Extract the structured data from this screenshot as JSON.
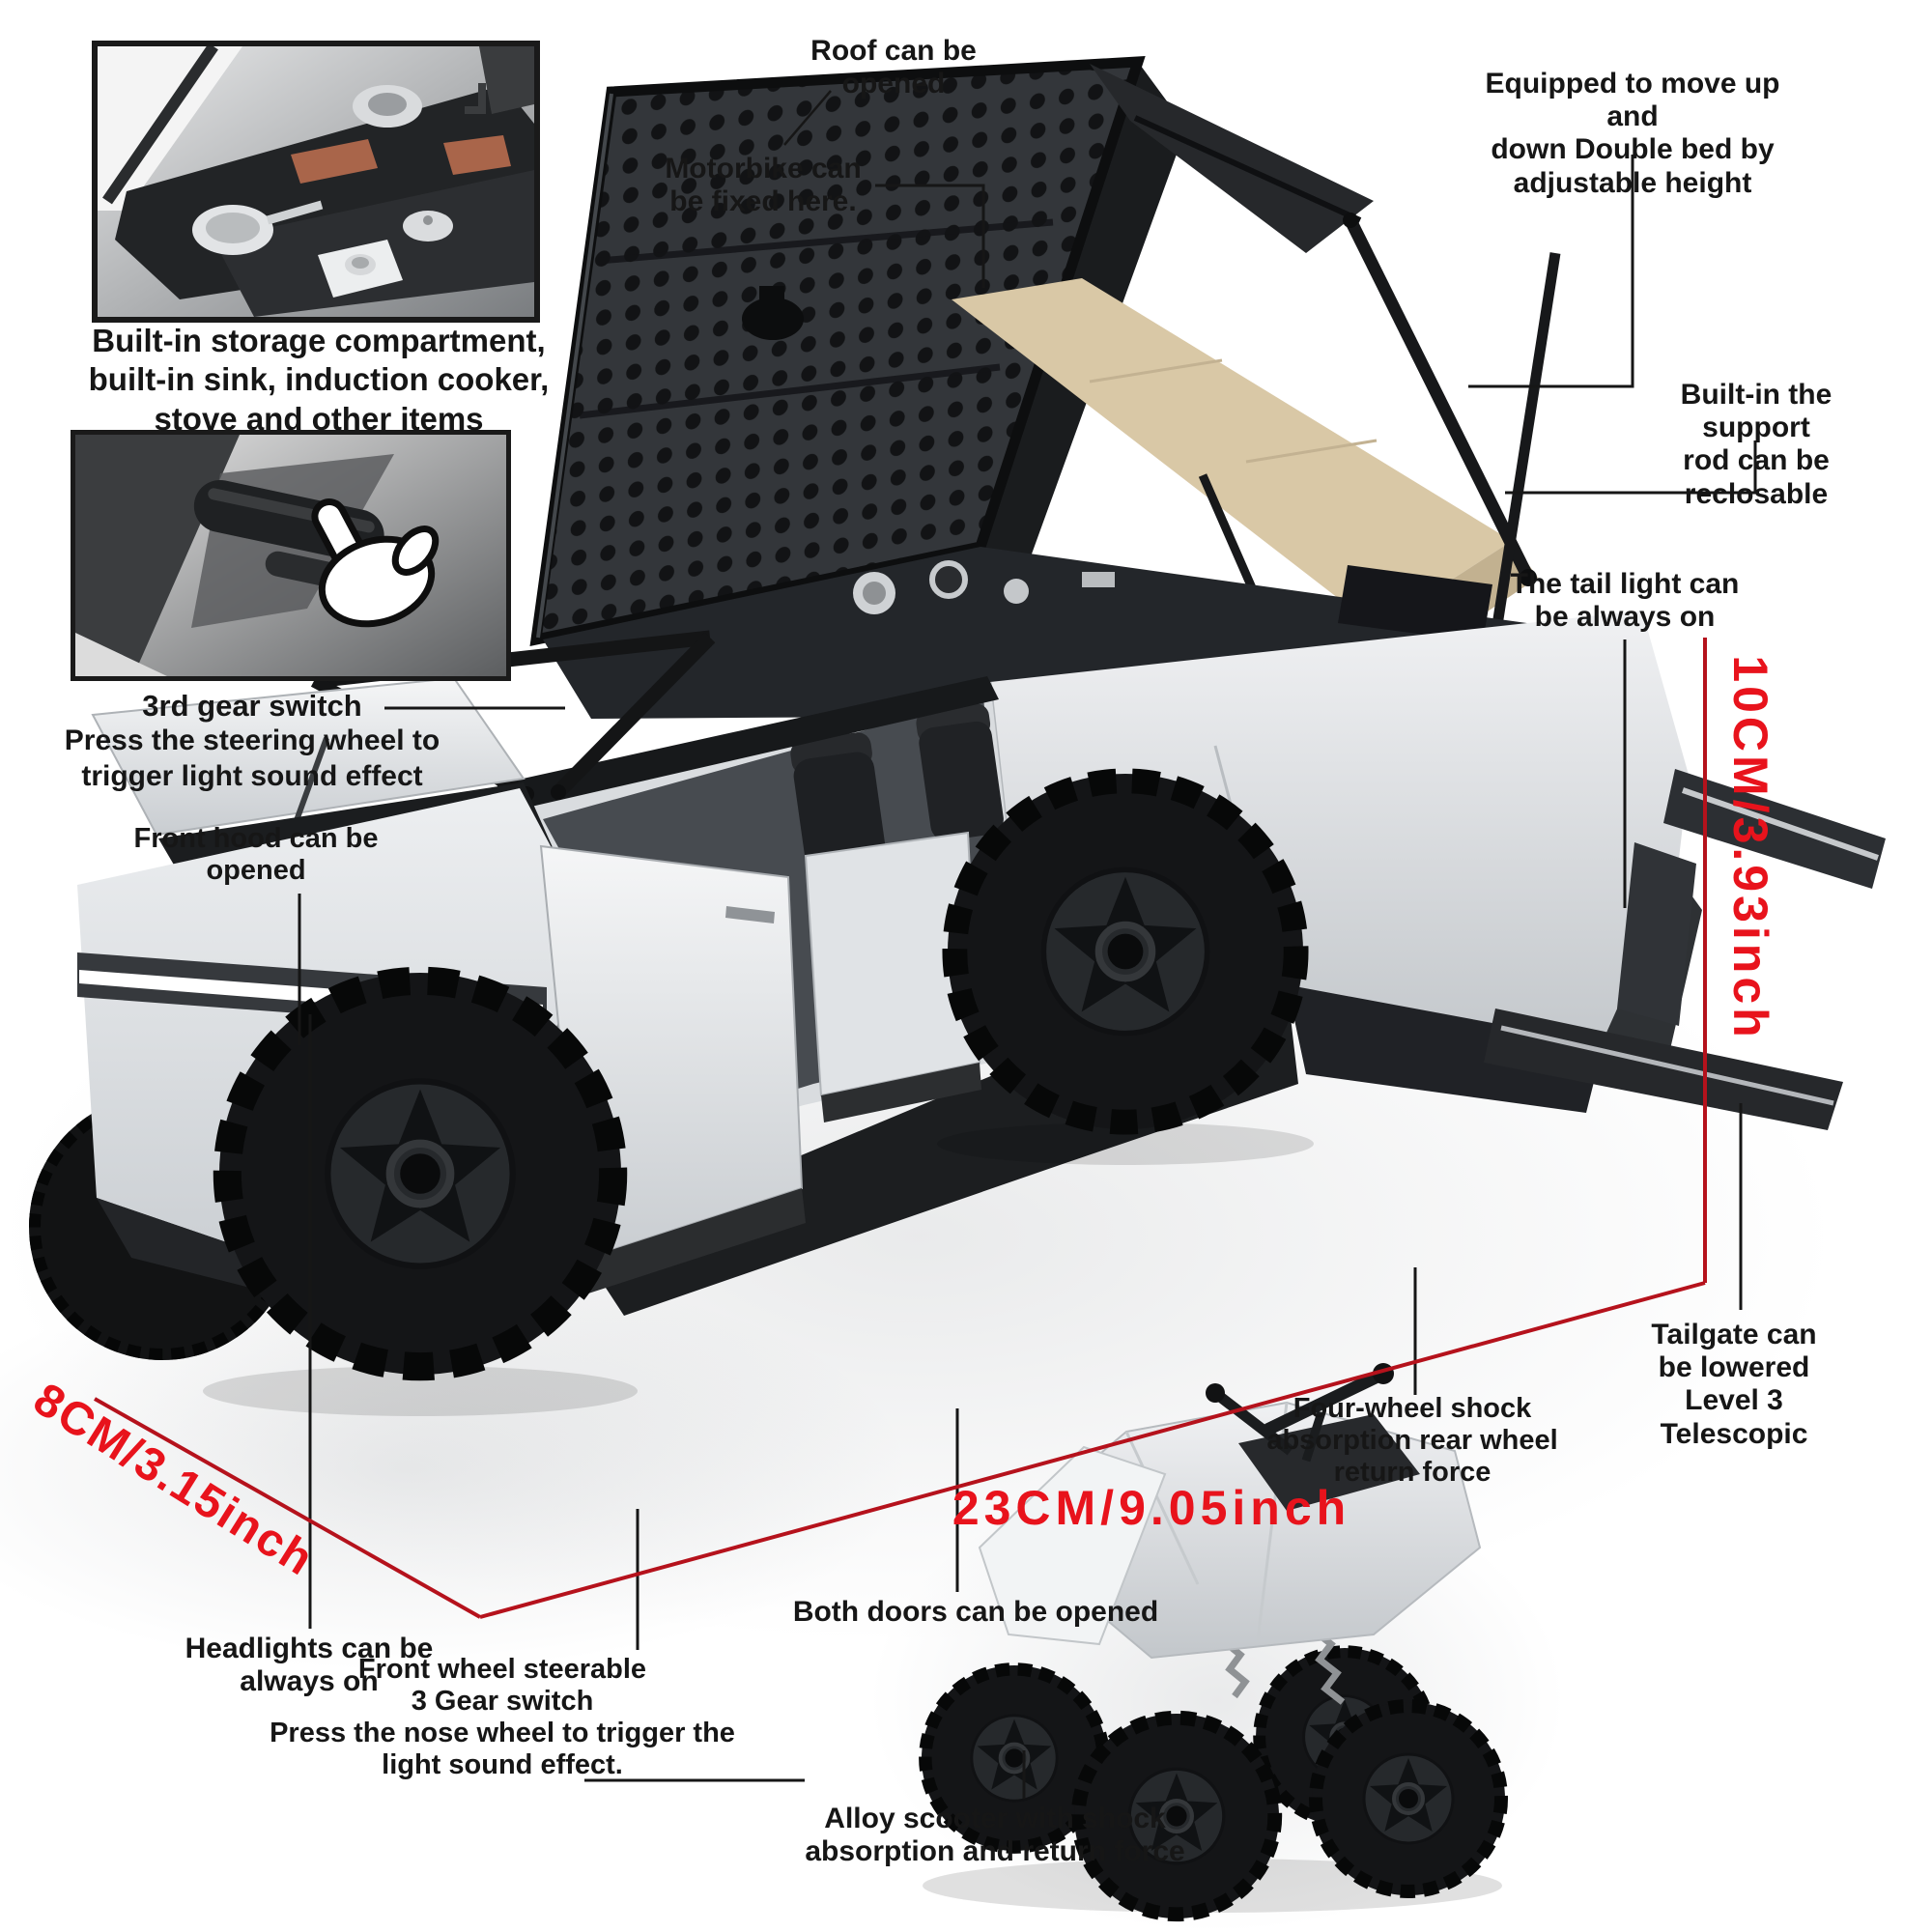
{
  "insets": {
    "storage": {
      "caption": "Built-in storage compartment,\nbuilt-in sink, induction cooker,\nstove and other items"
    },
    "gear_switch": {
      "title": "3rd gear switch",
      "body": "Press the steering wheel to\ntrigger light sound effect"
    }
  },
  "callouts": {
    "roof": "Roof can be\nopened",
    "motorbike": "Motorbike can\nbe fixed here.",
    "double_bed": "Equipped to move up and\ndown Double bed by\nadjustable height",
    "support_rod": "Built-in the support\nrod can be reclosable",
    "tail_light": "The tail light can\nbe always on",
    "front_hood": "Front hood can be\nopened",
    "tailgate": "Tailgate can be lowered\nLevel 3 Telescopic",
    "four_wheel": "Four-wheel shock\nabsorption rear wheel\nreturn force",
    "both_doors": "Both doors can be opened",
    "headlights": "Headlights can be\nalways on",
    "front_wheel": "Front wheel steerable\n3 Gear switch\nPress the nose wheel to trigger the\nlight sound effect.",
    "alloy_scooter": "Alloy scooter with shock\nabsorption and return force"
  },
  "dimensions": {
    "height": "10CM/3.93inch",
    "width": "8CM/3.15inch",
    "length": "23CM/9.05inch"
  },
  "colors": {
    "dimension_red": "#e8131c",
    "line_red": "#b5121c",
    "text_black": "#161616"
  }
}
